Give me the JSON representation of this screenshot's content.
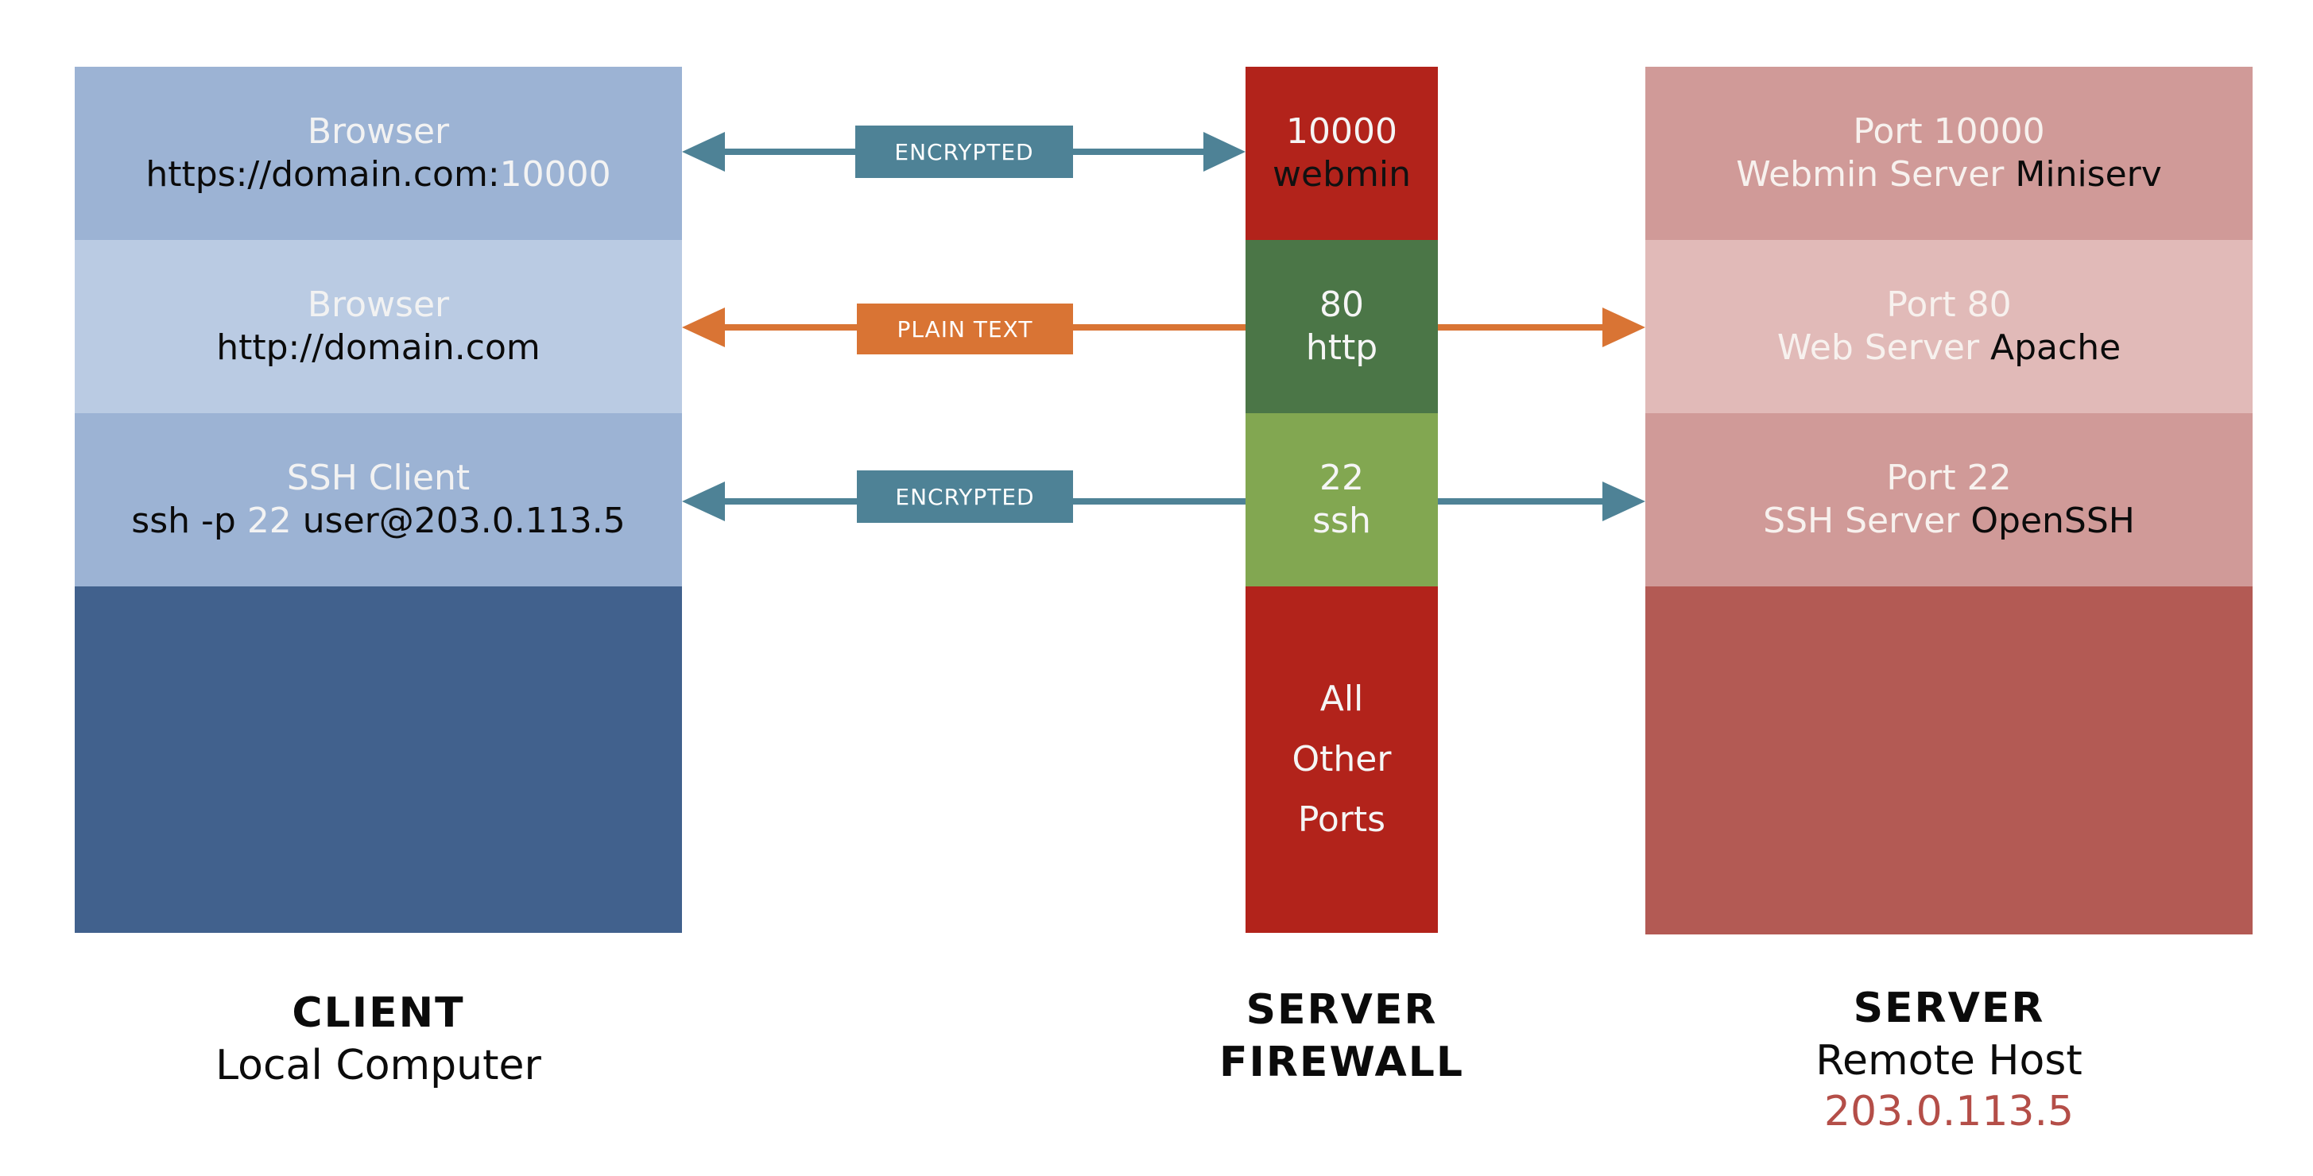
{
  "client": {
    "rows": [
      {
        "label": "Browser",
        "cmd_prefix": "https://domain.com:",
        "cmd_highlight": "10000",
        "cmd_suffix": ""
      },
      {
        "label": "Browser",
        "cmd_prefix": "http://domain.com",
        "cmd_highlight": "",
        "cmd_suffix": ""
      },
      {
        "label": "SSH Client",
        "cmd_prefix": "ssh -p ",
        "cmd_highlight": "22",
        "cmd_suffix": " user@203.0.113.5"
      }
    ],
    "caption_title": "CLIENT",
    "caption_subtitle": "Local Computer"
  },
  "firewall": {
    "ports": [
      {
        "number": "10000",
        "service": "webmin"
      },
      {
        "number": "80",
        "service": "http"
      },
      {
        "number": "22",
        "service": "ssh"
      }
    ],
    "other": [
      "All",
      "Other",
      "Ports"
    ],
    "caption_line1": "SERVER",
    "caption_line2": "FIREWALL"
  },
  "connections": [
    {
      "label": "ENCRYPTED",
      "color": "#4e8296"
    },
    {
      "label": "PLAIN TEXT",
      "color": "#d97434"
    },
    {
      "label": "ENCRYPTED",
      "color": "#4e8296"
    }
  ],
  "server": {
    "rows": [
      {
        "port": "Port 10000",
        "type": "Webmin Server",
        "software": "Miniserv"
      },
      {
        "port": "Port 80",
        "type": "Web Server",
        "software": "Apache"
      },
      {
        "port": "Port 22",
        "type": "SSH Server",
        "software": "OpenSSH"
      }
    ],
    "caption_title": "SERVER",
    "caption_subtitle": "Remote Host",
    "caption_ip": "203.0.113.5"
  },
  "colors": {
    "client_light": "#9cb3d4",
    "client_lighter": "#bacbe3",
    "client_dark": "#41618d",
    "firewall_red": "#b2231b",
    "firewall_dark_green": "#4b7647",
    "firewall_light_green": "#82a751",
    "server_light": "#d09a98",
    "server_lighter": "#e1bab8",
    "server_dark": "#b35a54",
    "encrypted": "#4e8296",
    "plain_text": "#d97434",
    "ip_red": "#b44e48"
  }
}
